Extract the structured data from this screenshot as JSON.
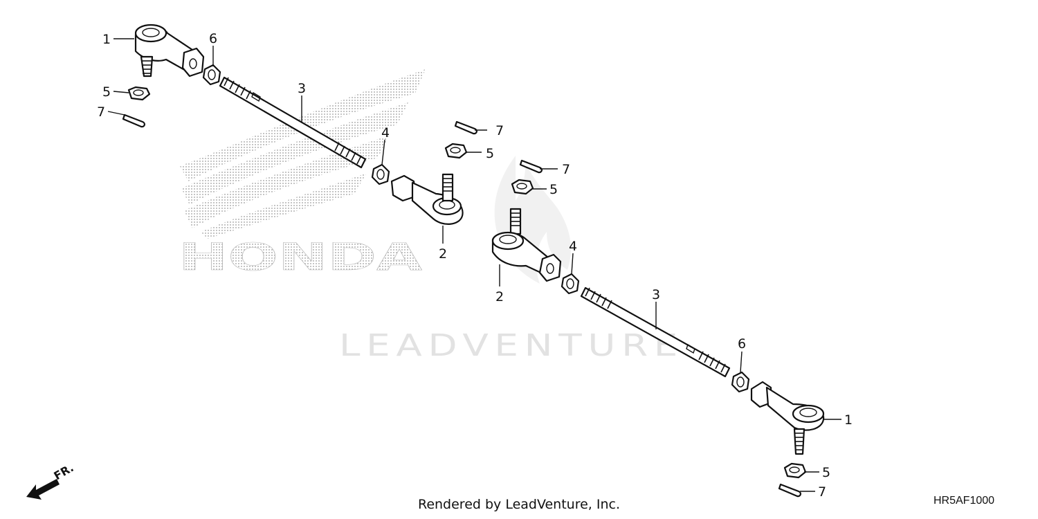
{
  "diagram": {
    "watermark_brand": "HONDA",
    "watermark_vendor": "LEADVENTURE",
    "front_label": "FR.",
    "footer": "Rendered by LeadVenture, Inc.",
    "diagram_code": "HR5AF1000",
    "callouts": {
      "tie_rod_end_outer": "1",
      "tie_rod_end_inner": "2",
      "tie_rod": "3",
      "lock_nut_inner": "4",
      "castle_nut": "5",
      "lock_nut_outer": "6",
      "cotter_pin": "7"
    }
  }
}
